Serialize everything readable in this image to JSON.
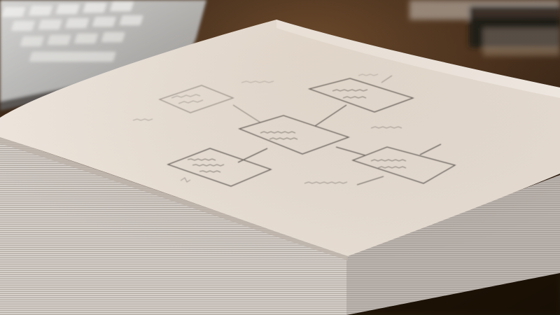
{
  "scene": {
    "kind": "photo",
    "subject": "stack-of-paper-with-flowchart-sketch",
    "objects": [
      "laptop-keyboard",
      "paper-stack",
      "flowchart-sketch",
      "books",
      "wooden-desk"
    ]
  },
  "colors": {
    "desk_dark": "#1f140c",
    "desk_mid": "#3b2617",
    "desk_warm": "#5a3a22",
    "paper_top": "#efe7de",
    "paper_light": "#f5eee6",
    "paper_shadow": "#cfc4ba",
    "page_edges": "#d9d2cc",
    "page_edges_shadow": "#a59d97",
    "ink": "#6b6660",
    "laptop_body": "#c9c8c6",
    "laptop_keys": "#e6e6e4",
    "book_dark": "#2a2622"
  }
}
